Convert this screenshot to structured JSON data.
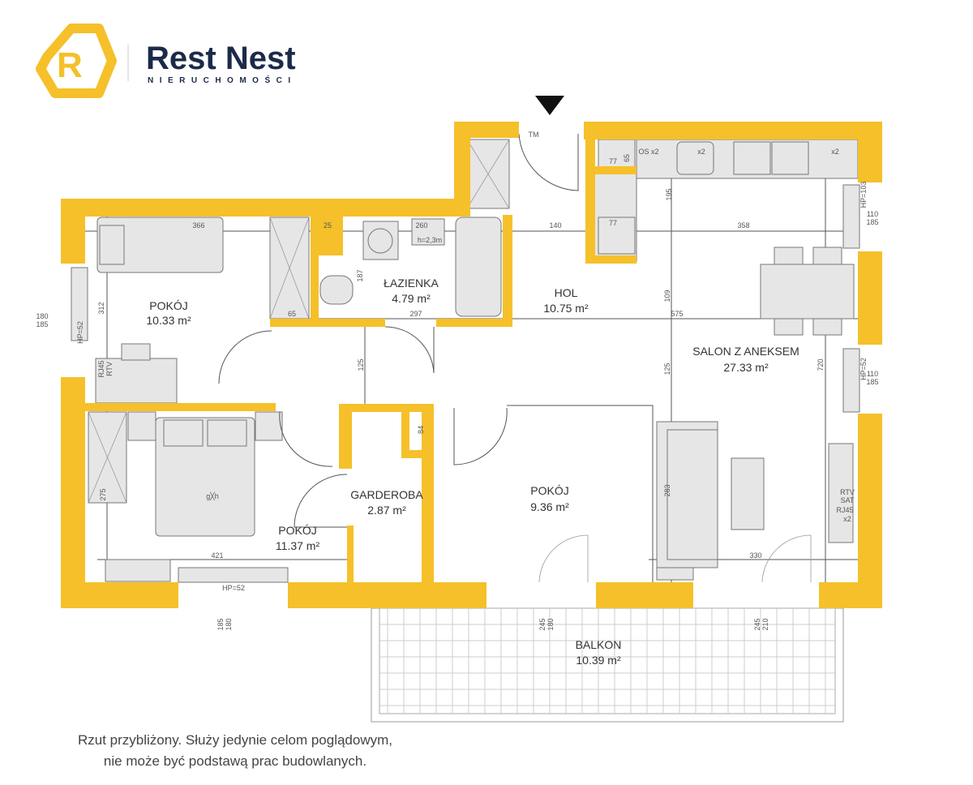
{
  "logo": {
    "brand": "Rest Nest",
    "subtitle": "NIERUCHOMOŚCI",
    "mark_letter": "R",
    "accent": "#F5C02A",
    "text_color": "#1c2a4a"
  },
  "wall_color": "#F5C02A",
  "rooms": [
    {
      "name": "POKÓJ",
      "area": "10.33 m²"
    },
    {
      "name": "ŁAZIENKA",
      "area": "4.79 m²"
    },
    {
      "name": "HOL",
      "area": "10.75 m²"
    },
    {
      "name": "SALON Z ANEKSEM",
      "area": "27.33 m²"
    },
    {
      "name": "GARDEROBA",
      "area": "2.87 m²"
    },
    {
      "name": "POKÓJ",
      "area": "11.37 m²"
    },
    {
      "name": "POKÓJ",
      "area": "9.36 m²"
    },
    {
      "name": "BALKON",
      "area": "10.39 m²"
    }
  ],
  "dimensions": {
    "d366": "366",
    "d25": "25",
    "d260": "260",
    "h23": "h=2,3m",
    "d140": "140",
    "d358": "358",
    "d77a": "77",
    "d65a": "65",
    "d77b": "77",
    "d195": "195",
    "w110a": "110",
    "w185a": "185",
    "hp103": "HP=103",
    "d312": "312",
    "w180": "180",
    "w185b": "185",
    "hp52a": "HP=52",
    "d187": "187",
    "d297": "297",
    "d65b": "65",
    "d575": "575",
    "d109": "109",
    "d125a": "125",
    "d125b": "125",
    "d720": "720",
    "w110b": "110",
    "w185c": "185",
    "hp52b": "HP=52",
    "d84": "84",
    "d275": "275",
    "d421": "421",
    "hp52c": "HP=52",
    "w185d": "185",
    "w180d": "180",
    "d283": "283",
    "d330": "330",
    "w245a": "245",
    "w180e": "180",
    "w210": "210",
    "w245b": "245"
  },
  "symbols": {
    "os_x2": "OS x2",
    "x2a": "x2",
    "x2b": "x2",
    "rj45a": "RJ45",
    "rtva": "RTV",
    "rtv": "RTV",
    "sat": "SAT",
    "rj45": "RJ45",
    "x2c": "x2",
    "gh": "g╳h",
    "tm": "TM"
  },
  "disclaimer": [
    "Rzut przybliżony. Służy jedynie celom poglądowym,",
    "nie może być podstawą prac budowlanych."
  ]
}
